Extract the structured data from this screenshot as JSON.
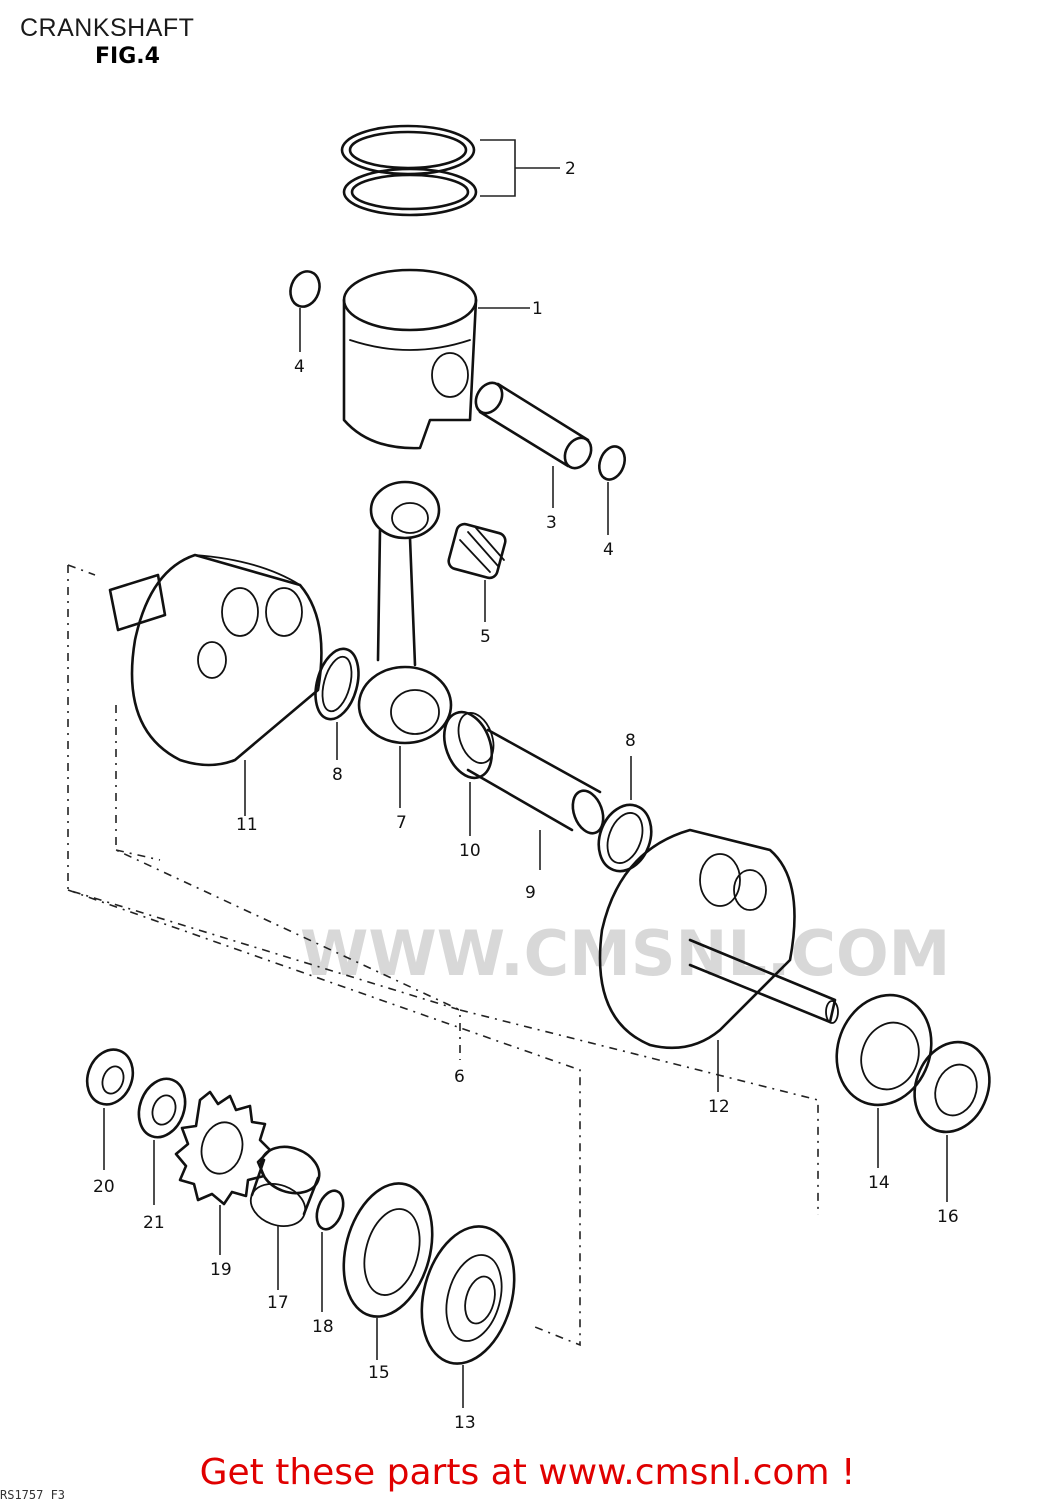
{
  "header": {
    "title": "CRANKSHAFT",
    "figure": "FIG.4"
  },
  "watermark": {
    "text": "WWW.CMSNL.COM"
  },
  "parts": [
    {
      "ref": "1"
    },
    {
      "ref": "2"
    },
    {
      "ref": "3"
    },
    {
      "ref": "4"
    },
    {
      "ref": "4"
    },
    {
      "ref": "5"
    },
    {
      "ref": "6"
    },
    {
      "ref": "7"
    },
    {
      "ref": "8"
    },
    {
      "ref": "8"
    },
    {
      "ref": "9"
    },
    {
      "ref": "10"
    },
    {
      "ref": "11"
    },
    {
      "ref": "12"
    },
    {
      "ref": "13"
    },
    {
      "ref": "14"
    },
    {
      "ref": "15"
    },
    {
      "ref": "16"
    },
    {
      "ref": "17"
    },
    {
      "ref": "18"
    },
    {
      "ref": "19"
    },
    {
      "ref": "20"
    },
    {
      "ref": "21"
    }
  ],
  "footer": {
    "cta": "Get these parts at www.cmsnl.com !",
    "code": "RS1757 F3"
  },
  "colors": {
    "cta": "#e00000",
    "linework": "#111111",
    "watermark": "#d8d8d8"
  }
}
